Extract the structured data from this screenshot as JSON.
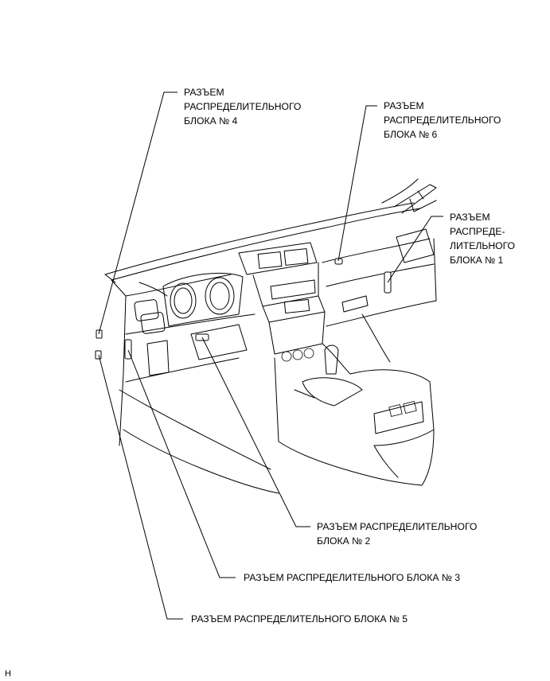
{
  "labels": {
    "block4": [
      "РАЗЪЕМ",
      "РАСПРЕДЕЛИТЕЛЬНОГО",
      "БЛОКА № 4"
    ],
    "block6": [
      "РАЗЪЕМ",
      "РАСПРЕДЕЛИТЕЛЬНОГО",
      "БЛОКА № 6"
    ],
    "block1": [
      "РАЗЪЕМ",
      "РАСПРЕДЕ-",
      "ЛИТЕЛЬНОГО",
      "БЛОКА № 1"
    ],
    "block2": [
      "РАЗЪЕМ РАСПРЕДЕЛИТЕЛЬНОГО",
      "БЛОКА № 2"
    ],
    "block3": "РАЗЪЕМ РАСПРЕДЕЛИТЕЛЬНОГО БЛОКА № 3",
    "block5": "РАЗЪЕМ РАСПРЕДЕЛИТЕЛЬНОГО БЛОКА № 5"
  },
  "footer_code": "H"
}
